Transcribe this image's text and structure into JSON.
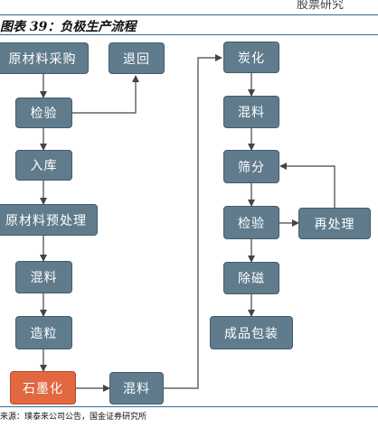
{
  "header_snippet": "股票研究",
  "figure_title": "图表 39：负极生产流程",
  "source_note": "来源：璞泰来公司公告，国金证券研究所",
  "footer_snippet": "",
  "colors": {
    "box": "#607c8c",
    "highlight": "#e16840",
    "line": "#2f6b9a"
  },
  "steps": {
    "raw_purchase": "原材料采购",
    "return": "退回",
    "inspect_1": "检验",
    "warehouse": "入库",
    "pretreat": "原材料预处理",
    "mixing_1": "混料",
    "granulation": "造粒",
    "graphitization": "石墨化",
    "mixing_2": "混料",
    "carbonization": "炭化",
    "mixing_3": "混料",
    "sieving": "筛分",
    "inspect_2": "检验",
    "reprocess": "再处理",
    "demagnetize": "除磁",
    "packaging": "成品包装"
  }
}
